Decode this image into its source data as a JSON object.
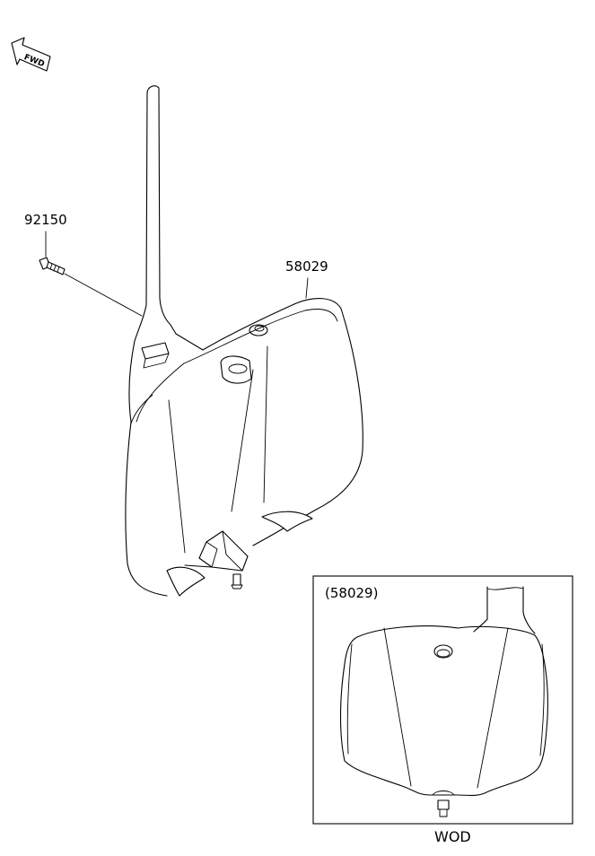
{
  "parts": {
    "bolt_number": "92150",
    "plate_number": "58029"
  },
  "forward_arrow": {
    "text": "FWD"
  },
  "inset": {
    "title": "(58029)",
    "caption": "WOD"
  }
}
